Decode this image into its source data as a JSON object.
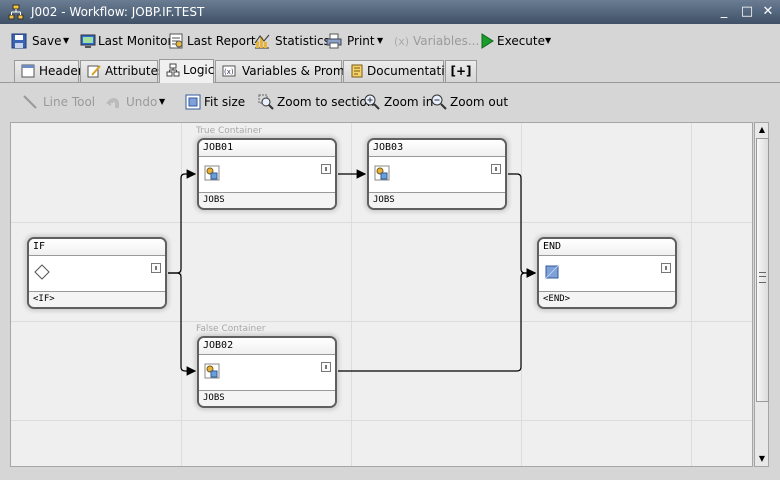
{
  "window": {
    "title": "J002 - Workflow: JOBP.IF.TEST"
  },
  "toolbar": {
    "save": "Save",
    "last_monitor": "Last Monitor",
    "last_report": "Last Report",
    "statistics": "Statistics",
    "print": "Print",
    "variables": "Variables...",
    "execute": "Execute"
  },
  "tabs": [
    {
      "label": "Header"
    },
    {
      "label": "Attributes"
    },
    {
      "label": "Logic"
    },
    {
      "label": "Variables & Prompts"
    },
    {
      "label": "Documentation"
    },
    {
      "label": "[+]"
    }
  ],
  "logic_toolbar": {
    "line_tool": "Line Tool",
    "undo": "Undo",
    "fit_size": "Fit size",
    "zoom_section": "Zoom to section",
    "zoom_in": "Zoom in",
    "zoom_out": "Zoom out"
  },
  "canvas": {
    "true_container": "True Container",
    "false_container": "False Container",
    "nodes": [
      {
        "name": "IF",
        "type": "<IF>"
      },
      {
        "name": "JOB01",
        "type": "JOBS"
      },
      {
        "name": "JOB03",
        "type": "JOBS"
      },
      {
        "name": "JOB02",
        "type": "JOBS"
      },
      {
        "name": "END",
        "type": "<END>"
      }
    ]
  },
  "colors": {
    "title_bar": "#4e5f75",
    "execute_green": "#1c9c2c"
  }
}
